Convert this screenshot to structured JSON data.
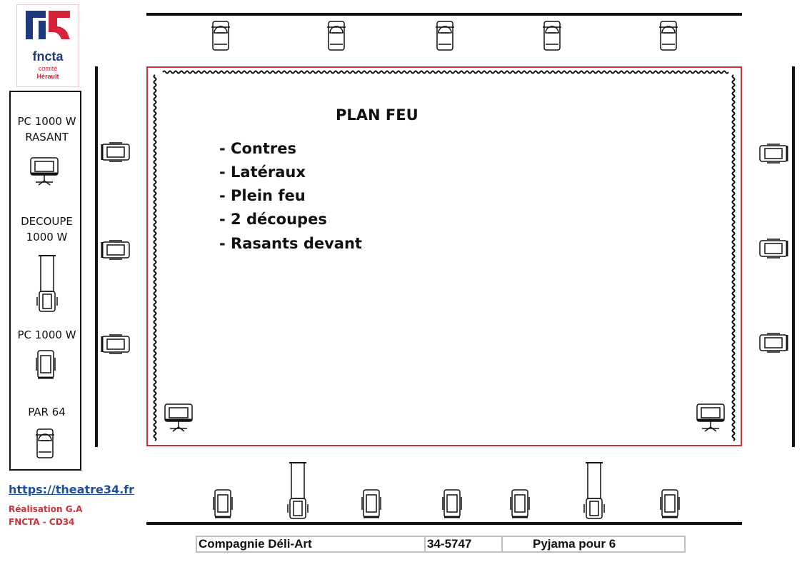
{
  "logo": {
    "name": "fncta",
    "line1": "comité",
    "line2": "Hérault"
  },
  "legend": {
    "items": [
      {
        "label": "PC 1000 W\nRASANT",
        "icon": "pc-rasant-icon"
      },
      {
        "label": "DECOUPE\n1000 W",
        "icon": "decoupe-icon"
      },
      {
        "label": "PC 1000 W",
        "icon": "pc-icon"
      },
      {
        "label": "PAR 64",
        "icon": "par64-icon"
      }
    ]
  },
  "plan": {
    "title": "PLAN FEU",
    "items": [
      "- Contres",
      "- Latéraux",
      "- Plein feu",
      "- 2 découpes",
      "- Rasants devant"
    ]
  },
  "footer": {
    "link": "https://theatre34.fr",
    "credit1": "Réalisation G.A",
    "credit2": "FNCTA - CD34"
  },
  "info": {
    "company": "Compagnie Déli-Art",
    "code": "34-5747",
    "show": "Pyjama pour 6"
  },
  "colors": {
    "stage_border": "#c8343a",
    "accent_red": "#d5243a",
    "accent_blue": "#1e3a7c",
    "link": "#1f4e9c"
  }
}
